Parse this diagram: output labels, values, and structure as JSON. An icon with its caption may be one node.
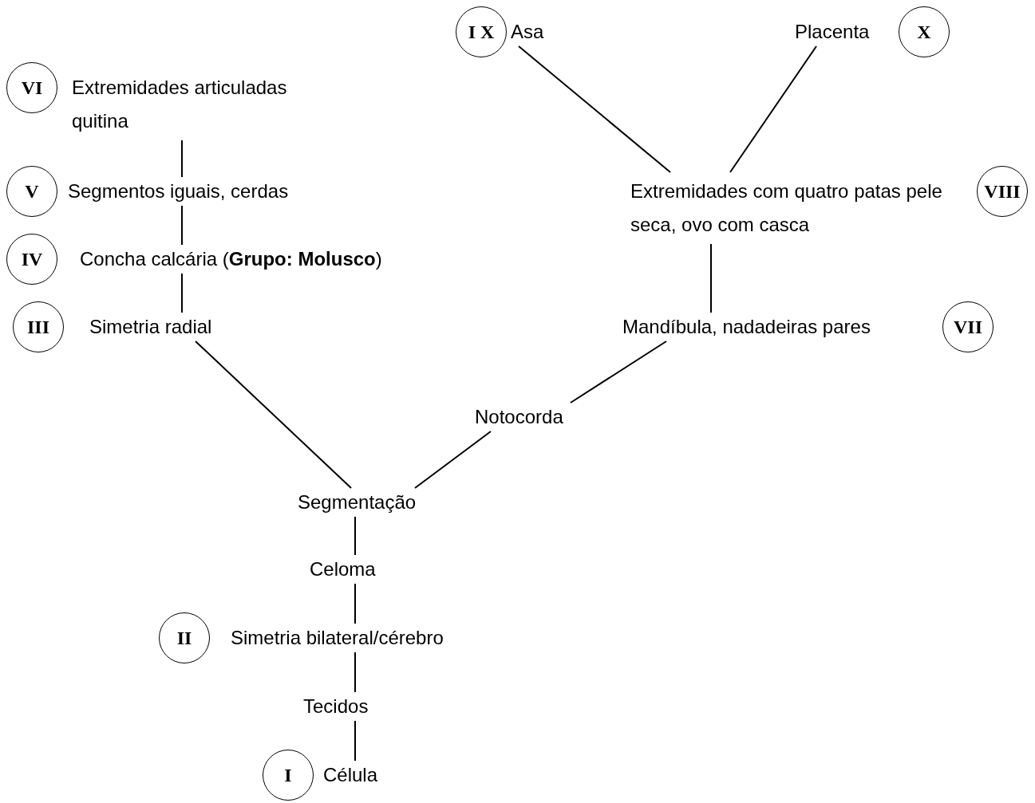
{
  "diagram": {
    "nodes": [
      {
        "text": [
          "I X"
        ]
      },
      {
        "text": [
          "Asa"
        ]
      },
      {
        "text": [
          "Placenta"
        ]
      },
      {
        "text": [
          "X"
        ]
      },
      {
        "text": [
          "VI"
        ]
      },
      {
        "text": [
          "Extremidades articuladas quitina"
        ]
      },
      {
        "text": [
          "V"
        ]
      },
      {
        "text": [
          "Segmentos iguais, cerdas"
        ]
      },
      {
        "text": [
          "Extremidades com quatro patas pele seca, ovo com casca"
        ]
      },
      {
        "text": [
          "VIII"
        ]
      },
      {
        "text": [
          "IV"
        ]
      },
      {
        "text": [
          "Concha calcária (**Grupo: Molusco**)"
        ]
      },
      {
        "text": [
          "III"
        ]
      },
      {
        "text": [
          "Simetria radial"
        ]
      },
      {
        "text": [
          "Mandíbula, nadadeiras pares"
        ]
      },
      {
        "text": [
          "VII"
        ]
      },
      {
        "text": [
          "Notocorda"
        ]
      },
      {
        "text": [
          "Segmentação"
        ]
      },
      {
        "text": [
          "Celoma"
        ]
      },
      {
        "text": [
          "II"
        ]
      },
      {
        "text": [
          "Simetria bilateral/cérebro"
        ]
      },
      {
        "text": [
          "Tecidos"
        ]
      },
      {
        "text": [
          "I"
        ]
      },
      {
        "text": [
          "Célula"
        ]
      }
    ],
    "edges": [
      {
        "from": 7,
        "to": 5,
        "arrow": "none"
      },
      {
        "from": 11,
        "to": 7,
        "arrow": "none"
      },
      {
        "from": 13,
        "to": 11,
        "arrow": "none"
      },
      {
        "from": 17,
        "to": 13,
        "arrow": "none"
      },
      {
        "from": 17,
        "to": 16,
        "arrow": "none"
      },
      {
        "from": 16,
        "to": 14,
        "arrow": "none"
      },
      {
        "from": 14,
        "to": 8,
        "arrow": "none"
      },
      {
        "from": 8,
        "to": 1,
        "arrow": "none"
      },
      {
        "from": 8,
        "to": 2,
        "arrow": "none"
      },
      {
        "from": 18,
        "to": 17,
        "arrow": "none"
      },
      {
        "from": 20,
        "to": 18,
        "arrow": "none"
      },
      {
        "from": 21,
        "to": 20,
        "arrow": "none"
      },
      {
        "from": 23,
        "to": 21,
        "arrow": "none"
      }
    ]
  }
}
